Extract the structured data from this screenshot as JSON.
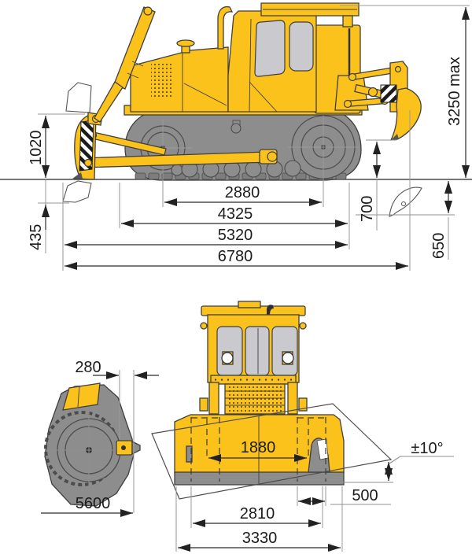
{
  "page": {
    "title": "Crawler bulldozer overall dimensions drawing",
    "background": "#ffffff"
  },
  "colors": {
    "body_yellow": "#fcc21c",
    "undercarriage_gray": "#8d8d8d",
    "outline_dark": "#3f3f3f",
    "glass_gray": "#cacace",
    "dimension_line": "#2b2b2b"
  },
  "views": {
    "side": "side elevation with blade and ripper",
    "front": "front elevation with blade tilt range",
    "winch": "rear winch detail"
  },
  "dimensions": {
    "overall_height_max": "3250 max",
    "blade_lift_height": "1020",
    "blade_digging_depth": "435",
    "sprocket_idler_distance": "2880",
    "base_length": "4325",
    "length_with_blade": "5320",
    "overall_length": "6780",
    "ripper_lift_height": "700",
    "ripper_digging_depth": "650",
    "winch_overhang": "280",
    "length_with_winch": "5600",
    "track_gauge": "1880",
    "width_over_tracks": "2810",
    "blade_width": "3330",
    "track_shoe_width": "500",
    "blade_tilt": "±10°"
  }
}
